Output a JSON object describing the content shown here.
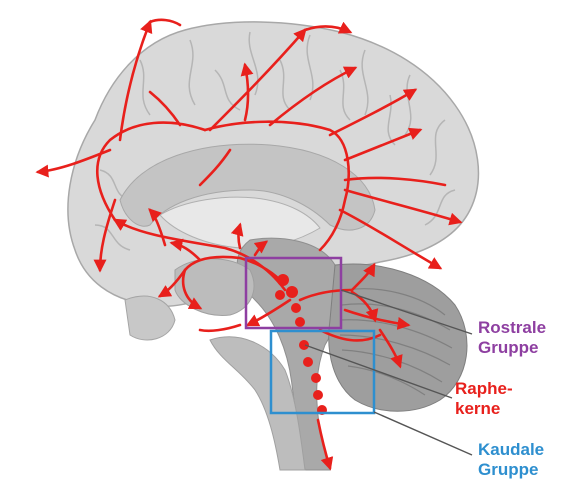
{
  "colors": {
    "arrow": "#e8201c",
    "rostral": "#8e3fa1",
    "raphe": "#e8201c",
    "kaudal": "#2e8fcf",
    "brain_fill": "#d9d9d9",
    "brain_dark": "#bdbdbd",
    "brain_line": "#a8a8a8"
  },
  "labels": {
    "rostrale": {
      "line1": "Rostrale",
      "line2": "Gruppe"
    },
    "raphe": {
      "line1": "Raphe-",
      "line2": "kerne"
    },
    "kaudale": {
      "line1": "Kaudale",
      "line2": "Gruppe"
    }
  }
}
